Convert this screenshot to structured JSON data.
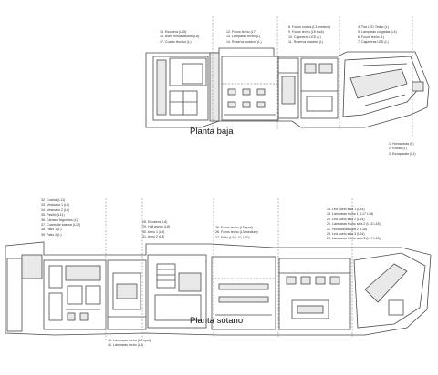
{
  "titles": {
    "upper": "Planta baja",
    "lower": "Planta sótano"
  },
  "legends": {
    "upper_a": [
      "15. Escalera (L15)",
      "16. Aseo minusválidos (L8)",
      "17. Cuarto técnico (L)"
    ],
    "upper_b": [
      "12. Focos techo (L7)",
      "13. Lámparas techo (L)",
      "14. Reserva cuadros (L)"
    ],
    "upper_c": [
      "8. Focos cocina (L3 medium)",
      "9. Focos techo (L5 spot)",
      "10. Cajoneras LED (L)",
      "11. Reserva cuadros (L)"
    ],
    "upper_d": [
      "4. Tira LED Techo (L)",
      "5. Lámparas colgadas (L4)",
      "6. Focos techo (L)",
      "7. Cajoneras LED (L)"
    ],
    "upper_e": [
      "1. Hornacinas (L)",
      "2. Rótulo (L)",
      "3. Escaparate (L1)"
    ],
    "lower_a": [
      "32. Cocina (L11)",
      "33. Vestuario 1 (L8)",
      "34. Vestuario 2 (L8)",
      "35. Pasillo (L11)",
      "36. Cámara frigorífica (L)",
      "37. Cuarto de basura (L12)",
      "38. Patio 1 (L)",
      "39. Patio 2 (L)"
    ],
    "lower_b": [
      "28. Escalera (L8)",
      "29. Hall aseos (L8)",
      "30. Aseo 1 (L8)",
      "31. Aseo 2 (L8)"
    ],
    "lower_c": [
      "25. Focos techo (L5 spot)",
      "26. Focos techo (L3 medium)",
      "27. Patio (L9, L10, L20)"
    ],
    "lower_d": [
      "18. Led suelo sala 1 (L14)",
      "19. Lámparas techo 1 (L17 L18)",
      "20. Led suelo sala 2 (L14)",
      "21. Lámparas techo sala 2 (L15 L18)",
      "22. Hornacinas sala 2 (L16)",
      "23. Led suelo sala 3 (L14)",
      "24. Lámparas techo sala 3 (L17 L18)"
    ],
    "lower_e": [
      "40. Lámparas techo (L5 spot)",
      "41. Lámparas techo (L6)"
    ]
  },
  "colors": {
    "line": "#4a4a4a",
    "dash": "#8a8a8a",
    "fill": "#e9e9e9"
  }
}
